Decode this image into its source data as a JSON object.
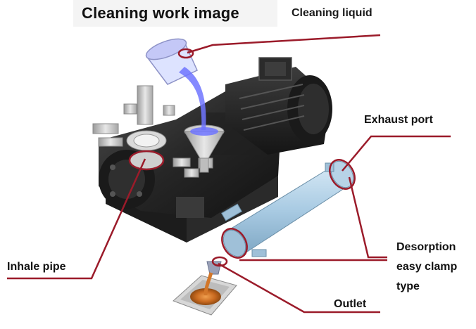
{
  "title": "Cleaning work image",
  "labels": {
    "cleaning_liquid": "Cleaning liquid",
    "exhaust_port": "Exhaust port",
    "desorption_lines": [
      "Desorption",
      "easy clamp",
      "type"
    ],
    "inhale_pipe": "Inhale pipe",
    "outlet": "Outlet"
  },
  "colors": {
    "leader_line": "#9b1b2a",
    "liquid": "#6f74ff",
    "pipe": "#a9cbe3",
    "pump_body": "#2c2c2c",
    "metal": "#c9c9c9",
    "drain_liquid": "#d2772a"
  }
}
